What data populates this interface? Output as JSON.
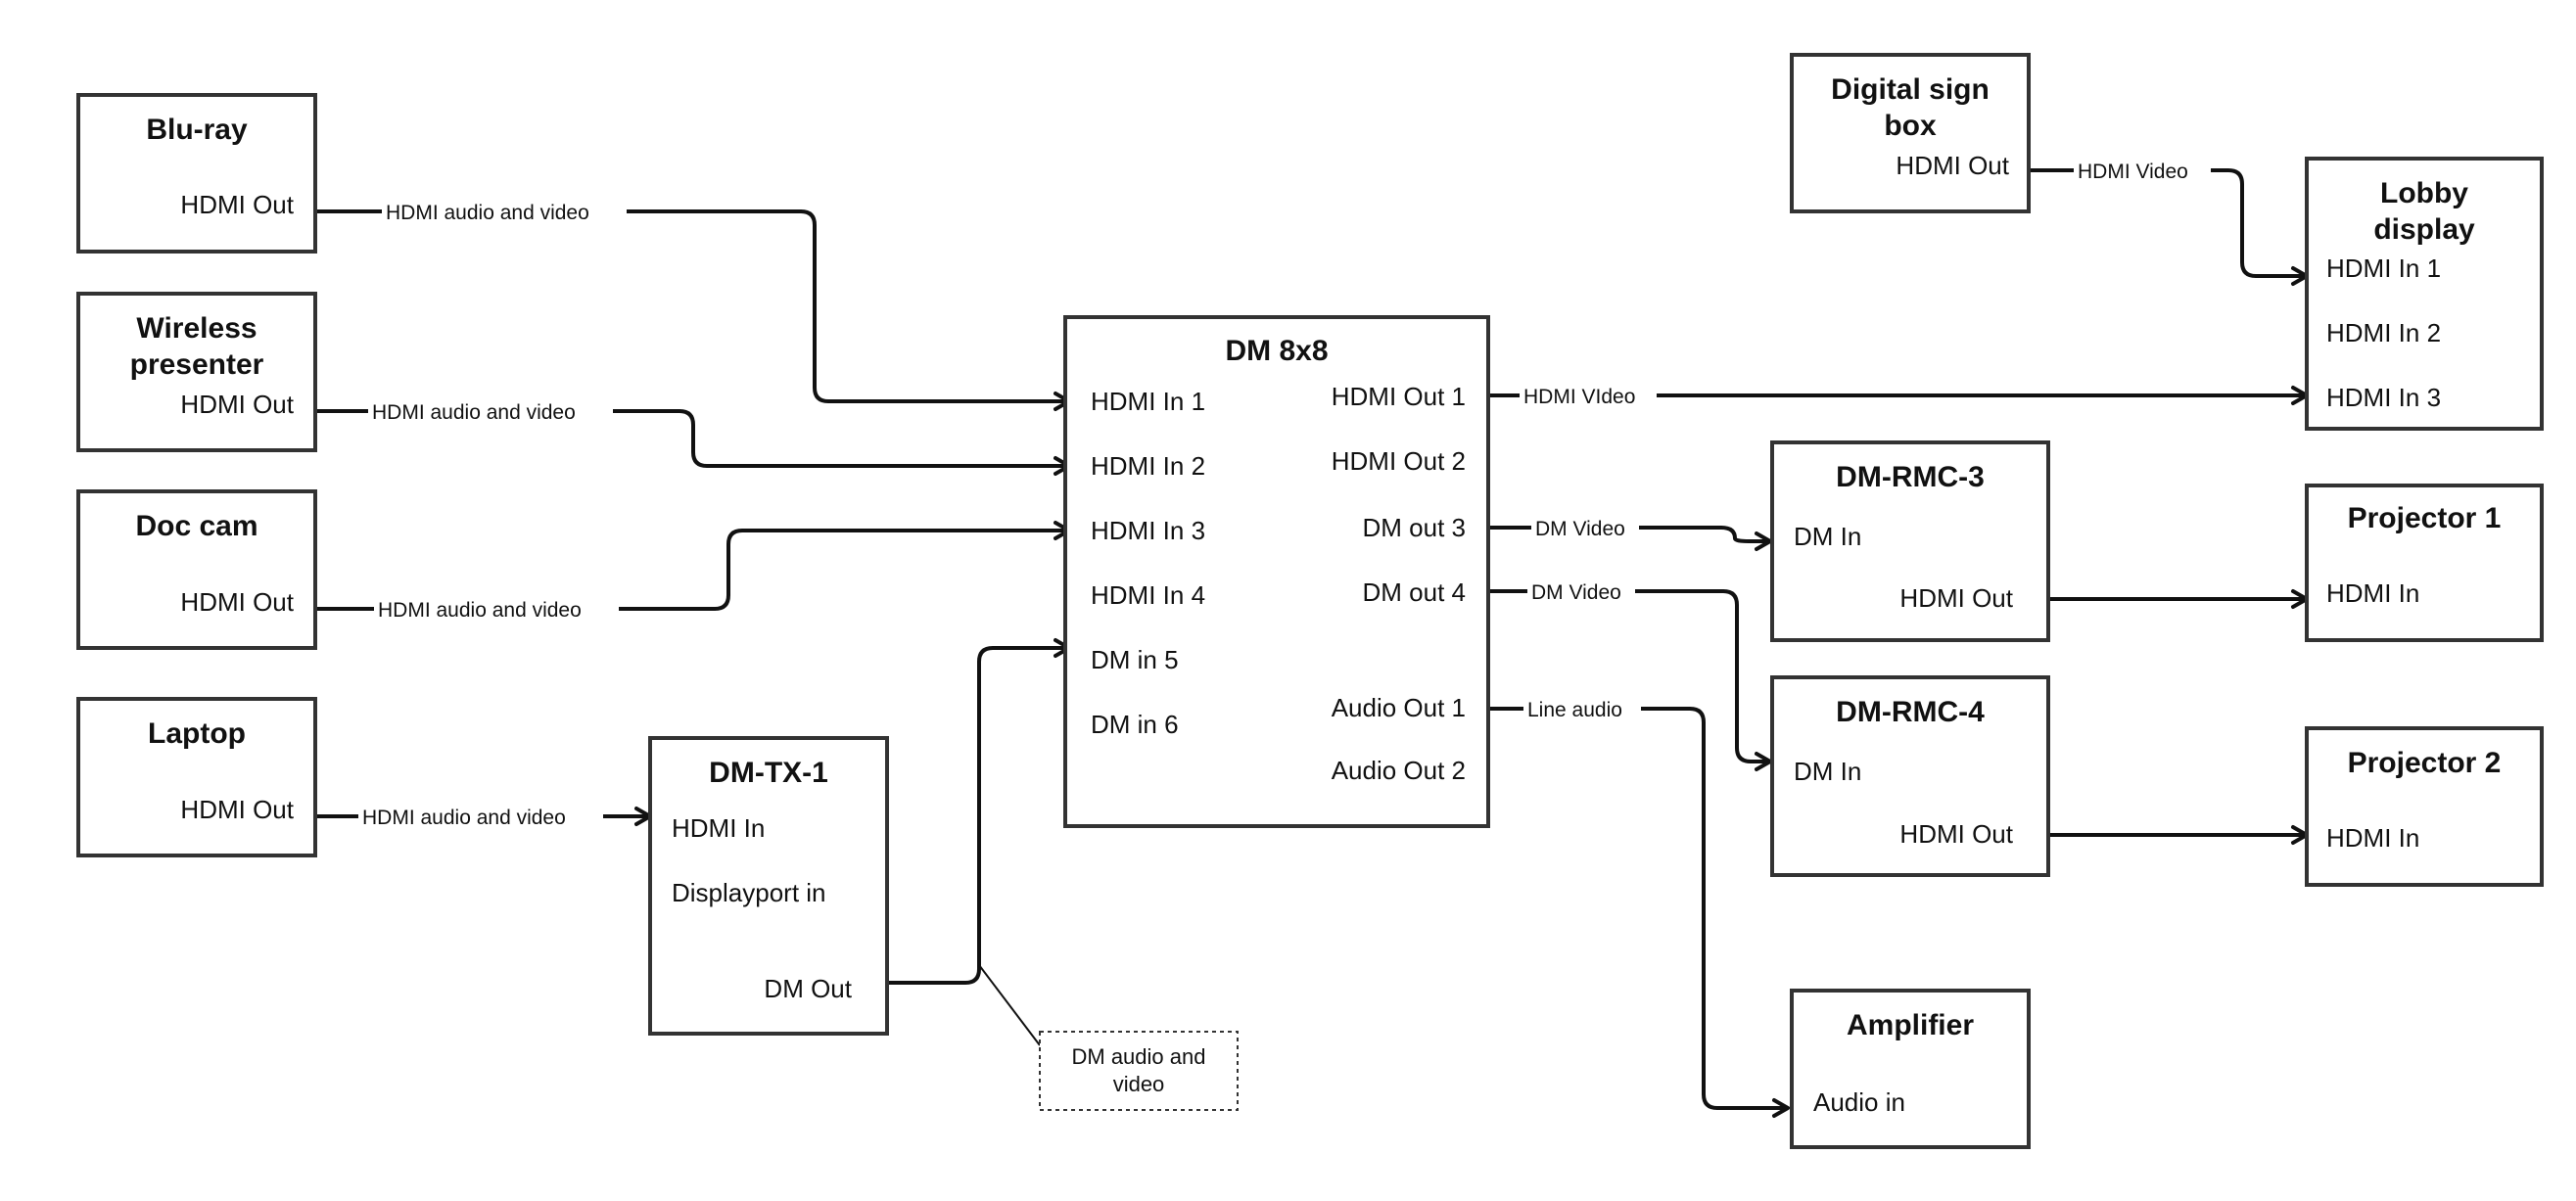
{
  "nodes": {
    "bluray": {
      "title": [
        "Blu-ray"
      ],
      "ports": {
        "out": "HDMI Out"
      }
    },
    "wireless": {
      "title": [
        "Wireless",
        "presenter"
      ],
      "ports": {
        "out": "HDMI Out"
      }
    },
    "doccam": {
      "title": [
        "Doc cam"
      ],
      "ports": {
        "out": "HDMI Out"
      }
    },
    "laptop": {
      "title": [
        "Laptop"
      ],
      "ports": {
        "out": "HDMI Out"
      }
    },
    "dmtx1": {
      "title": [
        "DM-TX-1"
      ],
      "ports": {
        "hdmi_in": "HDMI In",
        "dp_in": "Displayport in",
        "dm_out": "DM Out"
      }
    },
    "dm8x8": {
      "title": [
        "DM 8x8"
      ],
      "inputs": [
        "HDMI In 1",
        "HDMI In 2",
        "HDMI In 3",
        "HDMI In 4",
        "DM in 5",
        "DM in 6"
      ],
      "outputs": [
        "HDMI Out 1",
        "HDMI Out 2",
        "DM out 3",
        "DM out 4",
        "Audio Out 1",
        "Audio Out 2"
      ]
    },
    "signbox": {
      "title": [
        "Digital sign",
        "box"
      ],
      "ports": {
        "out": "HDMI Out"
      }
    },
    "lobby": {
      "title": [
        "Lobby",
        "display"
      ],
      "ports": {
        "in1": "HDMI In 1",
        "in2": "HDMI In 2",
        "in3": "HDMI In 3"
      }
    },
    "rmc3": {
      "title": [
        "DM-RMC-3"
      ],
      "ports": {
        "in": "DM In",
        "out": "HDMI Out"
      }
    },
    "rmc4": {
      "title": [
        "DM-RMC-4"
      ],
      "ports": {
        "in": "DM In",
        "out": "HDMI Out"
      }
    },
    "proj1": {
      "title": [
        "Projector 1"
      ],
      "ports": {
        "in": "HDMI In"
      }
    },
    "proj2": {
      "title": [
        "Projector 2"
      ],
      "ports": {
        "in": "HDMI In"
      }
    },
    "amp": {
      "title": [
        "Amplifier"
      ],
      "ports": {
        "in": "Audio in"
      }
    }
  },
  "edges": {
    "bluray_to_in1": "HDMI audio and video",
    "wireless_to_in2": "HDMI audio and video",
    "doccam_to_in3": "HDMI audio and video",
    "laptop_to_tx": "HDMI audio and video",
    "tx_to_in5": "",
    "out1_to_lobby": "HDMI VIdeo",
    "sign_to_lobby": "HDMI Video",
    "out3_to_rmc3": "DM Video",
    "out4_to_rmc4": "DM Video",
    "audio_to_amp": "Line audio",
    "rmc3_to_proj1": "",
    "rmc4_to_proj2": ""
  },
  "annotations": {
    "dm_link_note": [
      "DM audio and",
      "video"
    ]
  }
}
